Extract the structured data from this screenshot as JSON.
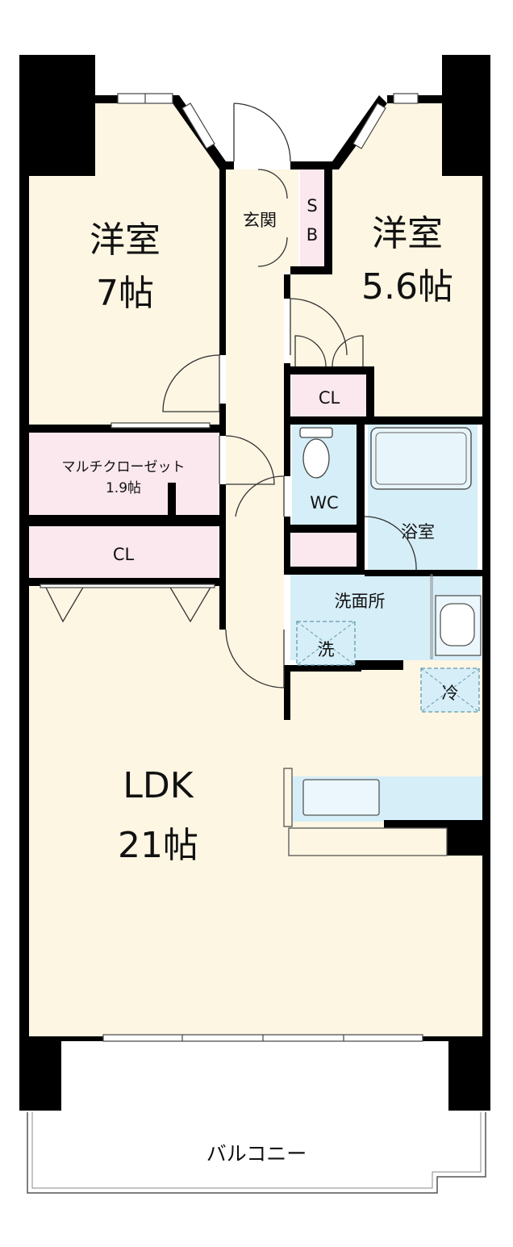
{
  "colors": {
    "wall": "#000000",
    "room_beige": "#fdf6e3",
    "storage_pink": "#fbe7ee",
    "wet_blue": "#d6eef8",
    "balcony": "#ffffff"
  },
  "rooms": {
    "western_room_left": {
      "name": "洋室",
      "size": "7帖"
    },
    "western_room_right": {
      "name": "洋室",
      "size": "5.6帖"
    },
    "entrance": {
      "name": "玄関"
    },
    "shoe_box": {
      "line1": "S",
      "line2": "B"
    },
    "closet_right": {
      "name": "CL"
    },
    "multi_closet": {
      "name": "マルチクローゼット",
      "size": "1.9帖"
    },
    "closet_left": {
      "name": "CL"
    },
    "toilet": {
      "name": "WC"
    },
    "bathroom": {
      "name": "浴室"
    },
    "washroom": {
      "name": "洗面所"
    },
    "washer": {
      "name": "洗"
    },
    "fridge": {
      "name": "冷"
    },
    "ldk": {
      "name": "LDK",
      "size": "21帖"
    },
    "balcony": {
      "name": "バルコニー"
    }
  }
}
